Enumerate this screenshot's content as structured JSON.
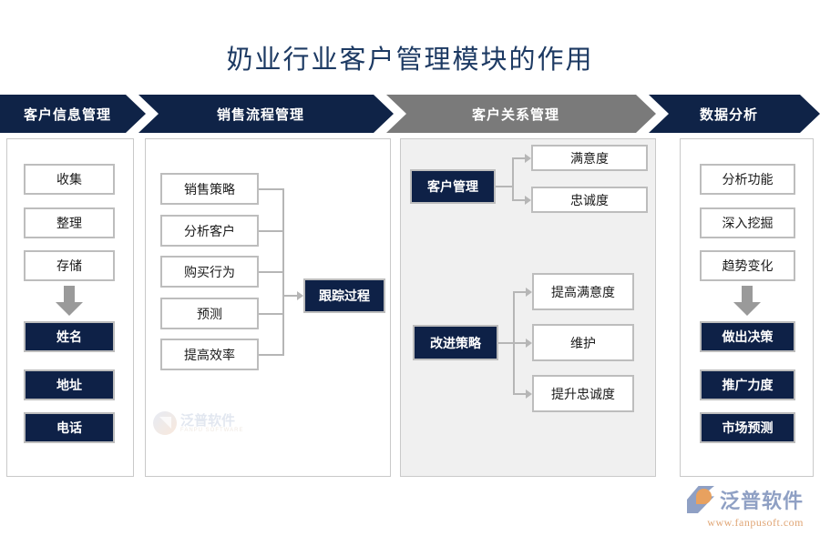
{
  "title": "奶业行业客户管理模块的作用",
  "colors": {
    "navy": "#0e2147",
    "gray": "#7a7a7a",
    "box_border": "#bdbdbd",
    "panel_border": "#c9c9c9",
    "panel_shaded": "#f0f0f0",
    "connector": "#b6b6b6",
    "title": "#1d3a63",
    "logo_blue": "#8fa0c4",
    "logo_orange": "#e0a676"
  },
  "header": {
    "chevrons": [
      {
        "label": "客户信息管理",
        "style": "navy"
      },
      {
        "label": "销售流程管理",
        "style": "navy"
      },
      {
        "label": "客户关系管理",
        "style": "gray"
      },
      {
        "label": "数据分析",
        "style": "navy"
      }
    ]
  },
  "columns": [
    {
      "name": "customer-info-management",
      "shaded": false,
      "light_boxes": [
        "收集",
        "整理",
        "存储"
      ],
      "arrow_icon": "down-arrow-icon",
      "dark_boxes": [
        "姓名",
        "地址",
        "电话"
      ]
    },
    {
      "name": "sales-process-management",
      "shaded": false,
      "light_boxes": [
        "销售策略",
        "分析客户",
        "购买行为",
        "预测",
        "提高效率"
      ],
      "target_box": "跟踪过程"
    },
    {
      "name": "customer-relationship-management",
      "shaded": true,
      "groups": [
        {
          "source": "客户管理",
          "targets": [
            "满意度",
            "忠诚度"
          ]
        },
        {
          "source": "改进策略",
          "targets": [
            "提高满意度",
            "维护",
            "提升忠诚度"
          ]
        }
      ]
    },
    {
      "name": "data-analysis",
      "shaded": false,
      "light_boxes": [
        "分析功能",
        "深入挖掘",
        "趋势变化"
      ],
      "arrow_icon": "down-arrow-icon",
      "dark_boxes": [
        "做出决策",
        "推广力度",
        "市场预测"
      ]
    }
  ],
  "watermark": {
    "name": "泛普软件",
    "sub": "FANPU SOFTWARE"
  },
  "logo": {
    "name": "泛普软件",
    "url": "www.fanpusoft.com"
  }
}
